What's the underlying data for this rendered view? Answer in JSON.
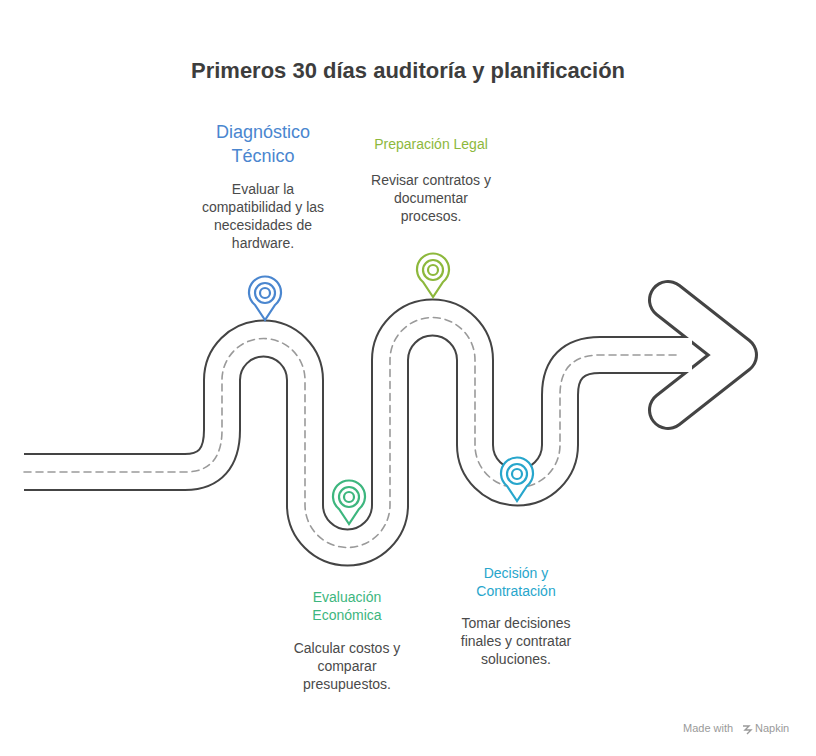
{
  "diagram": {
    "title": "Primeros 30 días auditoría y planificación",
    "nodes": [
      {
        "text": [
          "Diagnóstico Técnico",
          "Evaluar la compatibilidad y las necesidades de hardware."
        ]
      },
      {
        "text": [
          "Evaluación Económica",
          "Calcular costos y comparar presupuestos."
        ]
      },
      {
        "text": [
          "Preparación Legal",
          "Revisar contratos y documentar procesos."
        ]
      },
      {
        "text": [
          "Decisión y Contratación",
          "Tomar decisiones finales y contratar soluciones."
        ]
      }
    ],
    "labels": [
      "Made with",
      "Napkin"
    ]
  }
}
